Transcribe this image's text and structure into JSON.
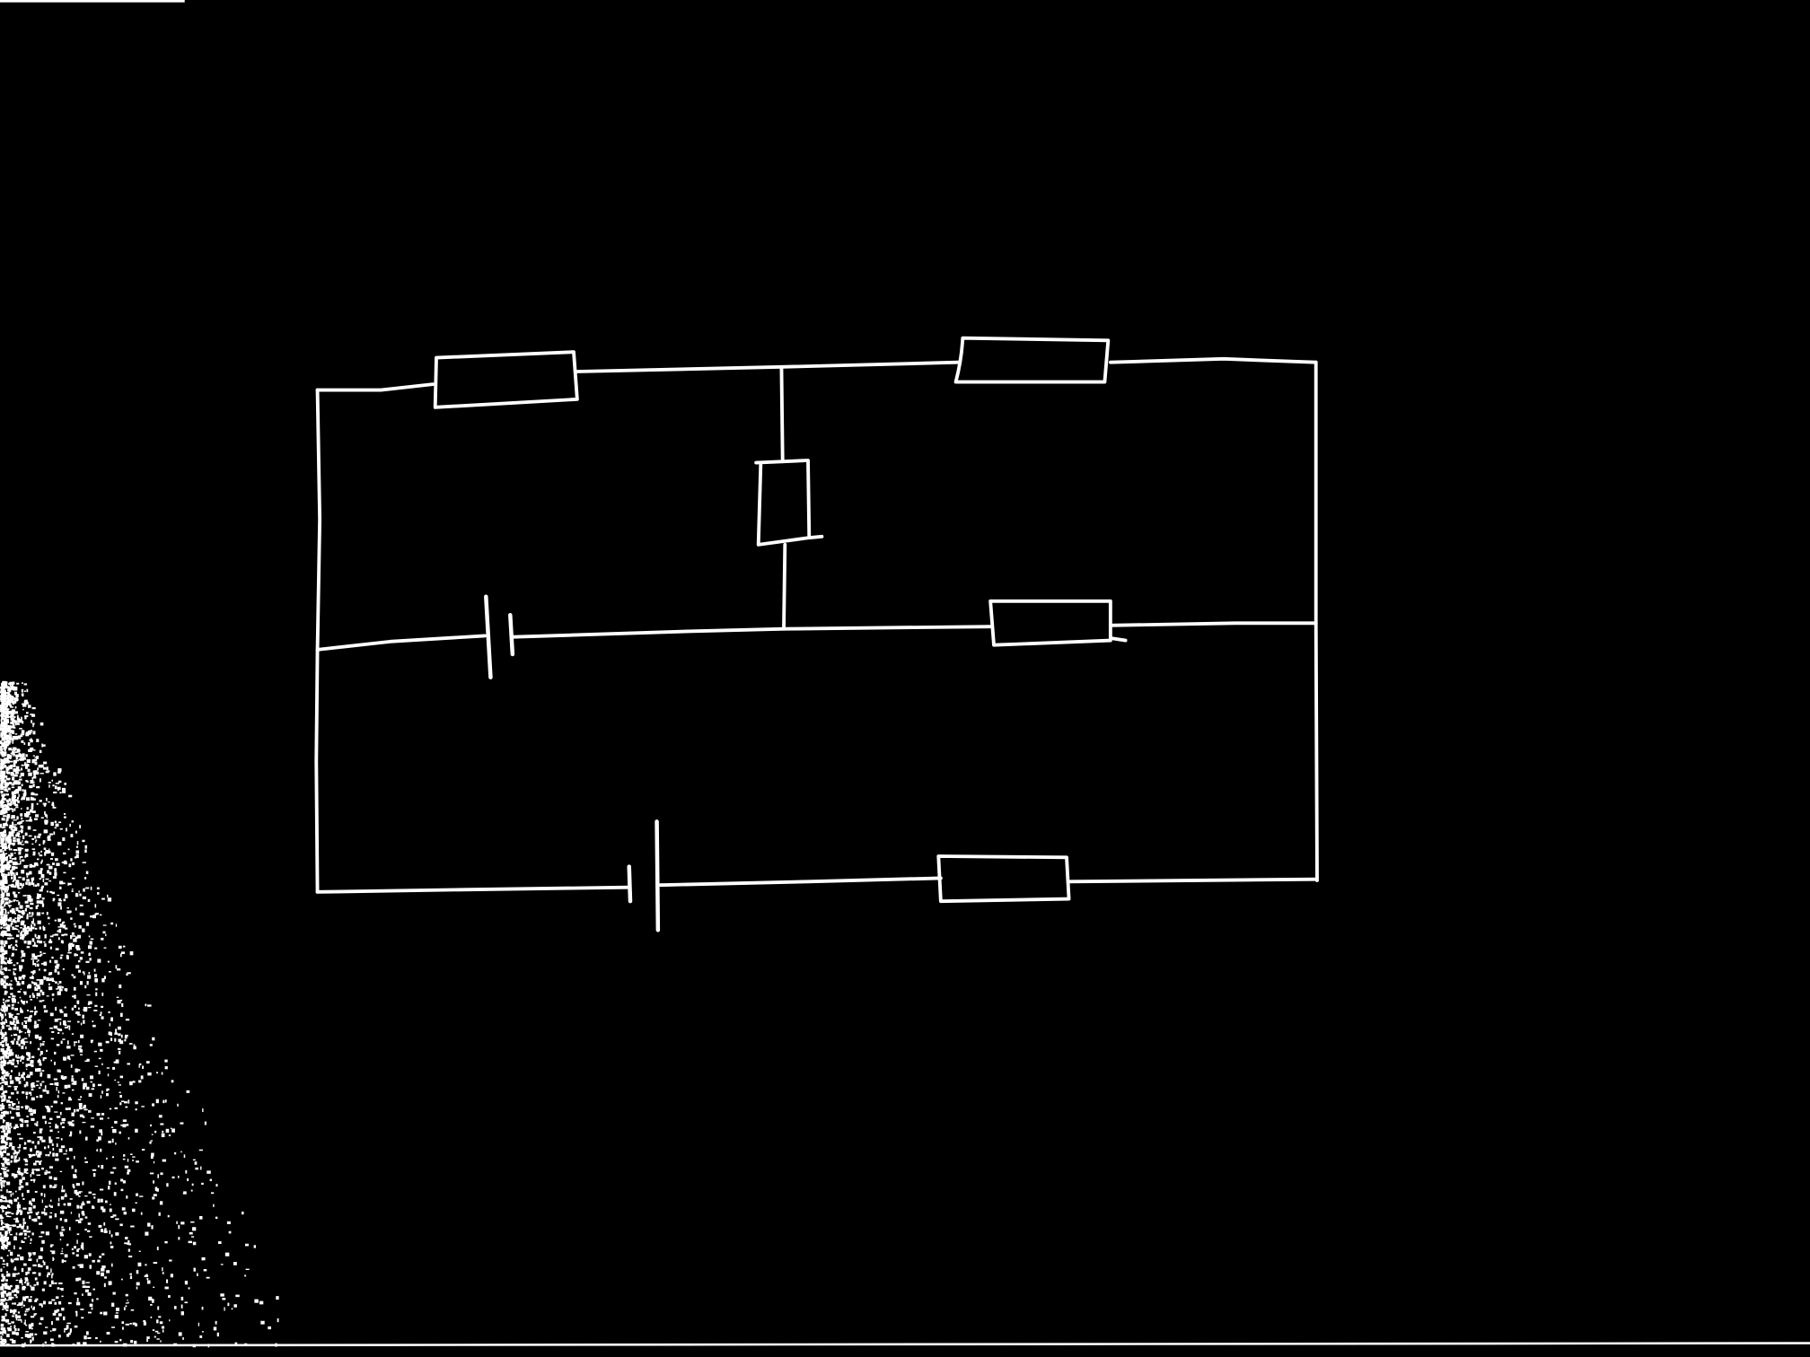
{
  "diagram": {
    "type": "circuit-schematic",
    "style": "hand-drawn",
    "colors": {
      "background": "#000000",
      "ink": "#ffffff"
    },
    "components": [
      {
        "kind": "resistor",
        "branch": "top-left"
      },
      {
        "kind": "resistor",
        "branch": "top-right"
      },
      {
        "kind": "resistor",
        "branch": "center-vertical"
      },
      {
        "kind": "cell",
        "branch": "middle-left"
      },
      {
        "kind": "resistor",
        "branch": "middle-right"
      },
      {
        "kind": "cell",
        "branch": "bottom-left"
      },
      {
        "kind": "resistor",
        "branch": "bottom-right"
      }
    ]
  }
}
